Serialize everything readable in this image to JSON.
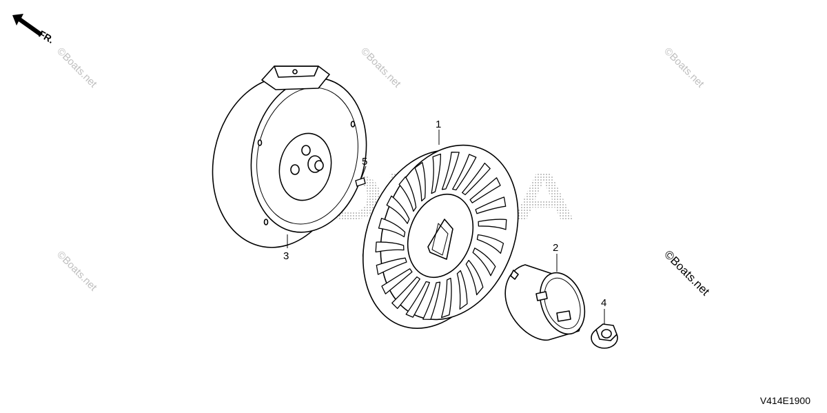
{
  "direction_label": "FR.",
  "diagram_code": "V414E1900",
  "watermark_text": "©Boats.net",
  "brand_watermark": "HONDA",
  "callouts": [
    {
      "id": "fan",
      "number": "1"
    },
    {
      "id": "pulley",
      "number": "2"
    },
    {
      "id": "flywheel",
      "number": "3"
    },
    {
      "id": "nut",
      "number": "4"
    },
    {
      "id": "key",
      "number": "5"
    }
  ]
}
